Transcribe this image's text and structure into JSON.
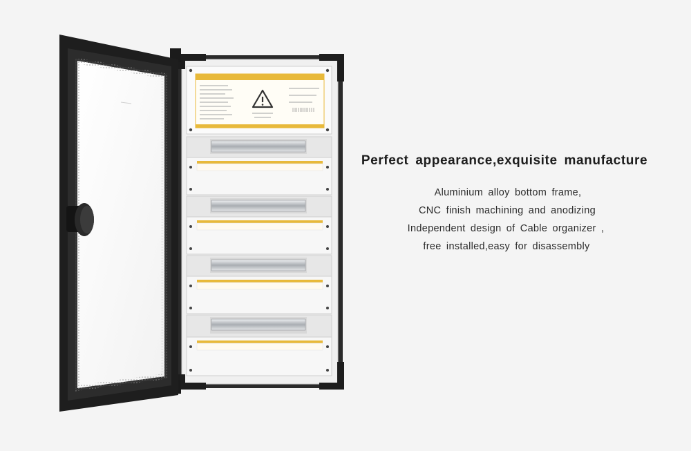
{
  "headline": "Perfect appearance,exquisite manufacture",
  "features": [
    "Aluminium alloy bottom frame,",
    "CNC finish machining and anodizing",
    "Independent design of Cable organizer ,",
    "free installed,easy for disassembly"
  ],
  "colors": {
    "background": "#f4f4f4",
    "door_frame": "#1e1e1e",
    "accent_label": "#e8b93a",
    "din_rail": "#a9adb2"
  },
  "icons": [
    "warning-triangle-icon"
  ]
}
